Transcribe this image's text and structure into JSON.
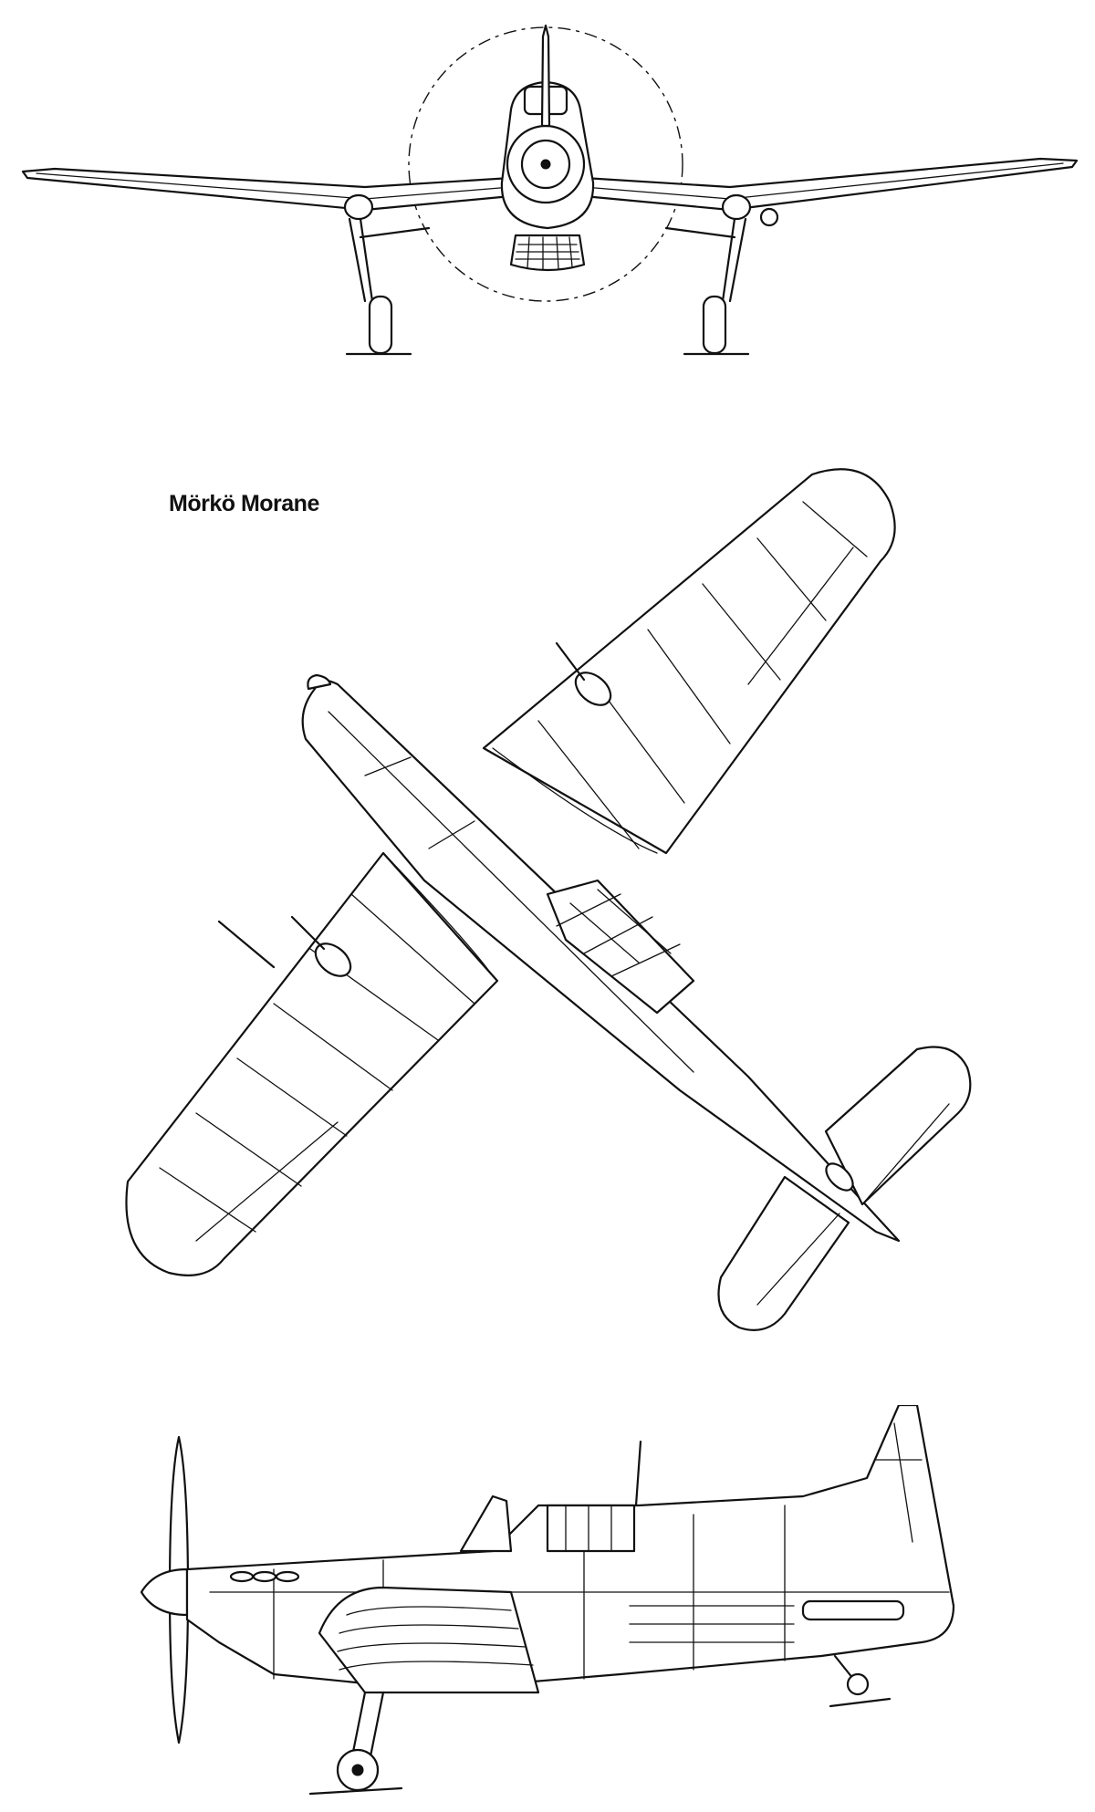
{
  "drawing": {
    "title": "Mörkö Morane",
    "views": [
      "front-view",
      "plan-view",
      "side-view"
    ]
  },
  "colors": {
    "line": "#111111",
    "background": "#ffffff"
  }
}
